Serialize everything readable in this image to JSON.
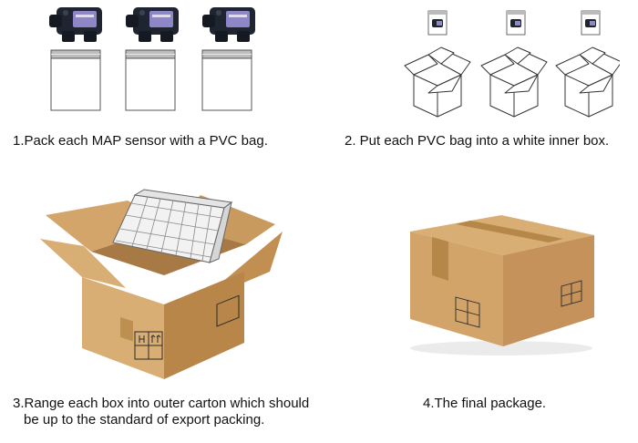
{
  "steps": [
    {
      "caption": "1.Pack each MAP sensor with a PVC bag."
    },
    {
      "caption": "2. Put each PVC bag into a white inner box."
    },
    {
      "caption_line1": "3.Range each box into outer carton which should",
      "caption_line2": "be up to the standard of export packing."
    },
    {
      "caption": "4.The final package."
    }
  ],
  "colors": {
    "sensor_body": "#1e2430",
    "sensor_label": "#8f86c8",
    "carton_light": "#d9ae74",
    "carton_mid": "#c99a5d",
    "carton_dark": "#b9864a",
    "carton_inner": "#a77a45",
    "tape": "#b58749"
  },
  "icons": [
    "map-sensor-icon",
    "pvc-bag-icon",
    "inner-box-icon",
    "outer-carton-icon",
    "handling-symbols-icon"
  ]
}
